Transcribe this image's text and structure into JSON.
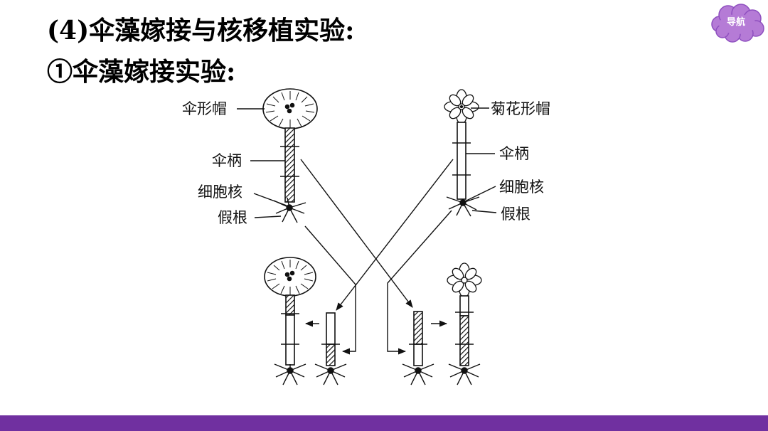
{
  "heading": {
    "line1": "(4)伞藻嫁接与核移植实验:",
    "line2": "①伞藻嫁接实验:"
  },
  "nav_button": {
    "label": "导航",
    "color": "#b57bd6"
  },
  "diagram": {
    "left_labels": {
      "cap": "伞形帽",
      "stalk": "伞柄",
      "nucleus": "细胞核",
      "rhizoid": "假根"
    },
    "right_labels": {
      "cap": "菊花形帽",
      "stalk": "伞柄",
      "nucleus": "细胞核",
      "rhizoid": "假根"
    }
  },
  "theme": {
    "bar_color": "#7030a0"
  }
}
